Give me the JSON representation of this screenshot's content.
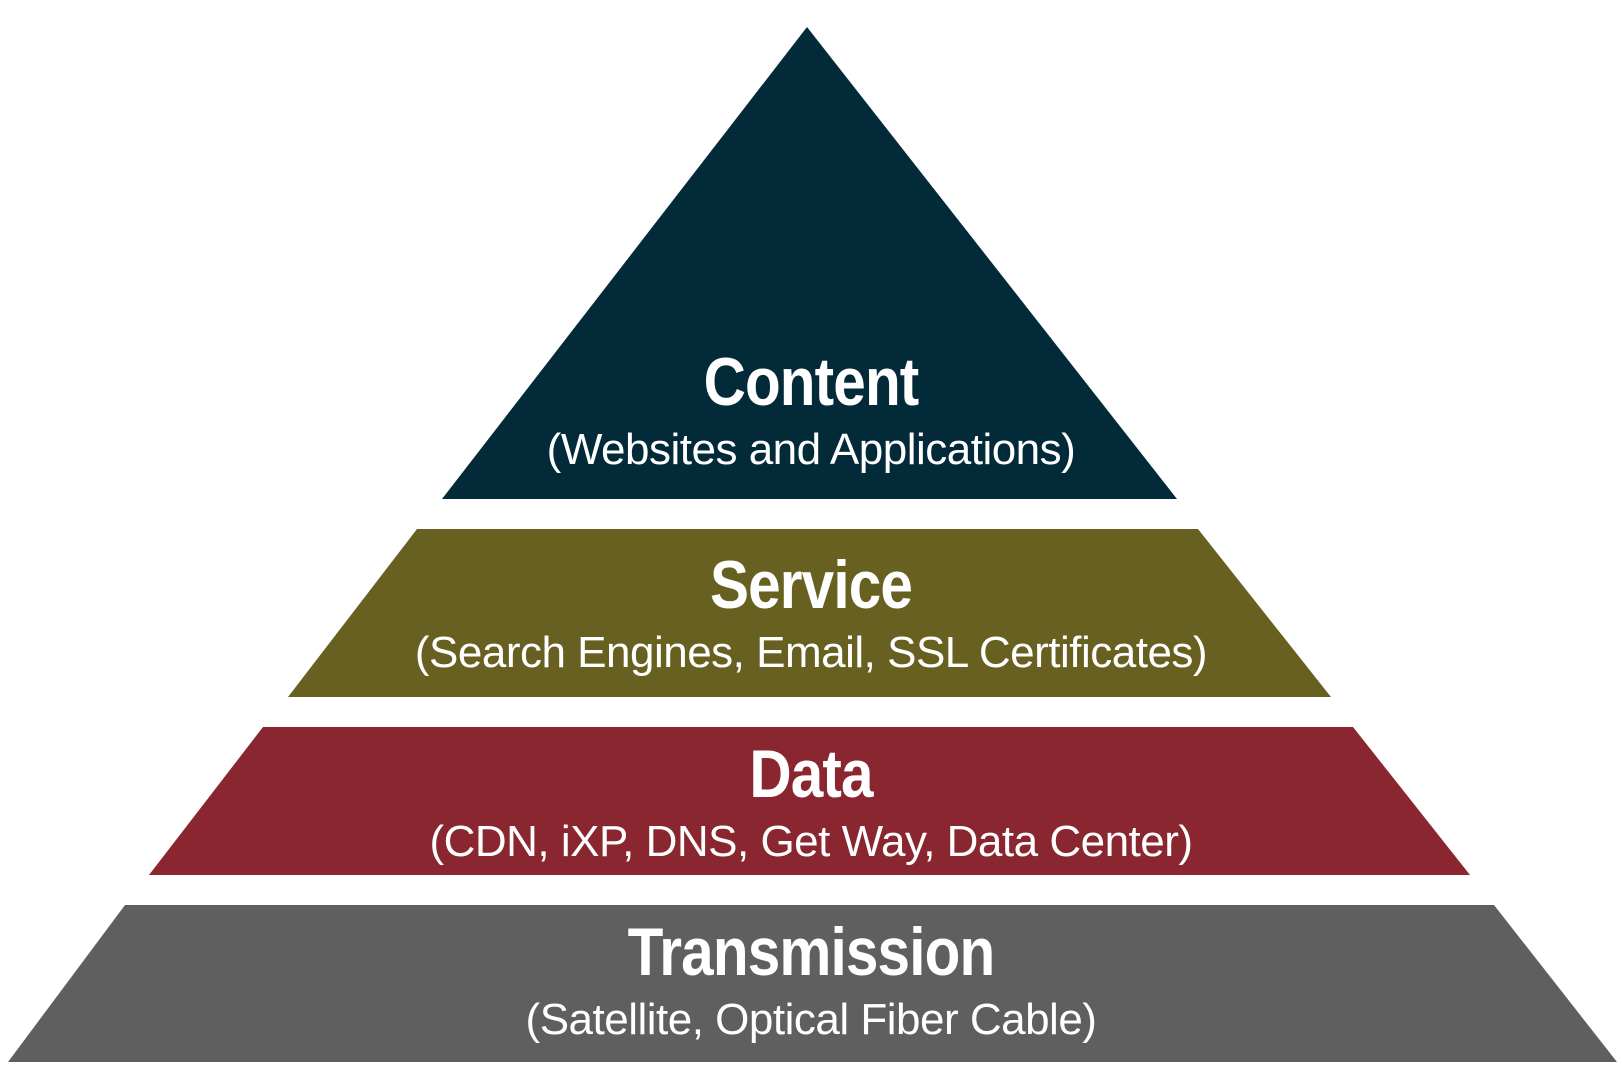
{
  "pyramid": {
    "layers": [
      {
        "title": "Content",
        "subtitle": "(Websites and Applications)",
        "color": "#032a38"
      },
      {
        "title": "Service",
        "subtitle": "(Search Engines, Email, SSL Certificates)",
        "color": "#676021"
      },
      {
        "title": "Data",
        "subtitle": "(CDN, iXP, DNS, Get Way, Data Center)",
        "color": "#892630"
      },
      {
        "title": "Transmission",
        "subtitle": "(Satellite, Optical Fiber Cable)",
        "color": "#5f5f5f"
      }
    ]
  }
}
